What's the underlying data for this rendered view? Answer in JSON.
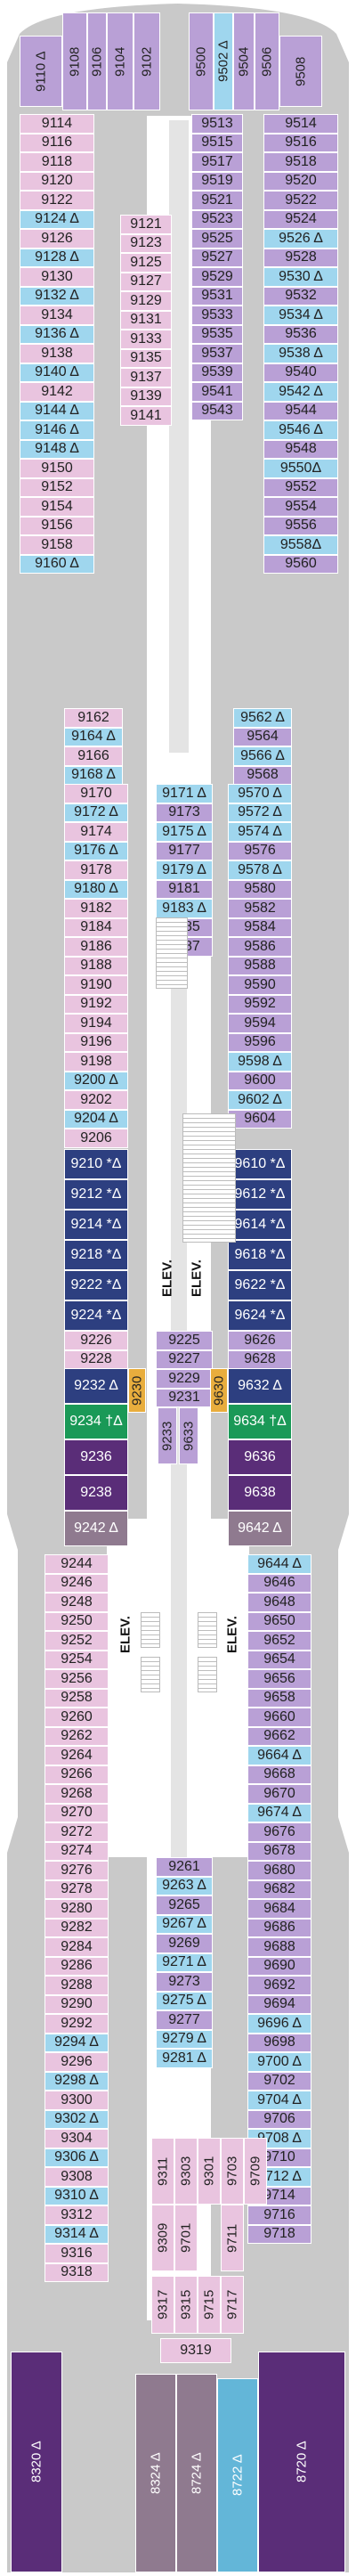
{
  "elevator_label": "ELEV.",
  "colors": {
    "pink": "#e9c4df",
    "lavender": "#b9a0d6",
    "cyan": "#9fd6ee",
    "teal": "#63b6d8",
    "navy": "#2d3f80",
    "purple": "#5a2d78",
    "mauve": "#8f7a8f",
    "green": "#1a9957",
    "orange": "#e8ad3d",
    "hull": "#c9c9c9"
  },
  "cabins": {
    "bow": [
      "9110 Δ",
      "9108",
      "9106",
      "9104",
      "9102",
      "9500",
      "9502 Δ",
      "9504",
      "9506",
      "9508"
    ],
    "fwd_left": [
      "9114",
      "9116",
      "9118",
      "9120",
      "9122",
      "9124 Δ",
      "9126",
      "9128 Δ",
      "9130",
      "9132 Δ",
      "9134",
      "9136 Δ",
      "9138",
      "9140 Δ",
      "9142",
      "9144 Δ",
      "9146 Δ",
      "9148 Δ",
      "9150",
      "9152",
      "9154",
      "9156",
      "9158",
      "9160 Δ"
    ],
    "fwd_right": [
      "9514",
      "9516",
      "9518",
      "9520",
      "9522",
      "9524",
      "9526 Δ",
      "9528",
      "9530 Δ",
      "9532",
      "9534 Δ",
      "9536",
      "9538 Δ",
      "9540",
      "9542 Δ",
      "9544",
      "9546 Δ",
      "9548",
      "9550Δ",
      "9552",
      "9554",
      "9556",
      "9558Δ",
      "9560"
    ],
    "fwd_in_left": [
      "9121",
      "9123",
      "9125",
      "9127",
      "9129",
      "9131",
      "9133",
      "9135",
      "9137",
      "9139",
      "9141"
    ],
    "fwd_in_right": [
      "9513",
      "9515",
      "9517",
      "9519",
      "9521",
      "9523",
      "9525",
      "9527",
      "9529",
      "9531",
      "9533",
      "9535",
      "9537",
      "9539",
      "9541",
      "9543"
    ],
    "mid_left_a": [
      "9162",
      "9164 Δ",
      "9166",
      "9168 Δ"
    ],
    "mid_right_a": [
      "9562 Δ",
      "9564",
      "9566 Δ",
      "9568"
    ],
    "mid_left": [
      "9170",
      "9172 Δ",
      "9174",
      "9176 Δ",
      "9178",
      "9180 Δ",
      "9182",
      "9184",
      "9186",
      "9188",
      "9190",
      "9192",
      "9194",
      "9196",
      "9198",
      "9200 Δ",
      "9202",
      "9204 Δ",
      "9206"
    ],
    "mid_right": [
      "9570 Δ",
      "9572 Δ",
      "9574 Δ",
      "9576",
      "9578 Δ",
      "9580",
      "9582",
      "9584",
      "9586",
      "9588",
      "9590",
      "9592",
      "9594",
      "9596",
      "9598 Δ",
      "9600",
      "9602 Δ",
      "9604"
    ],
    "mid_in_left": [
      "9171 Δ",
      "9173",
      "9175 Δ",
      "9177",
      "9179 Δ",
      "9181",
      "9183 Δ",
      "9185",
      "9187"
    ],
    "suites_left": [
      "9210 *Δ",
      "9212 *Δ",
      "9214 *Δ",
      "9218 *Δ",
      "9222 *Δ",
      "9224 *Δ"
    ],
    "suites_right": [
      "9610 *Δ",
      "9612 *Δ",
      "9614 *Δ",
      "9618 *Δ",
      "9622 *Δ",
      "9624 *Δ"
    ],
    "aft_mid_left": [
      "9226",
      "9228"
    ],
    "aft_mid_right": [
      "9626",
      "9628"
    ],
    "aft_mid_in": [
      "9225",
      "9227",
      "9229",
      "9231"
    ],
    "vert_small": [
      "9230",
      "9630",
      "9233",
      "9633"
    ],
    "big_left": [
      "9232 Δ",
      "9234 †Δ",
      "9236",
      "9238",
      "9242 Δ"
    ],
    "big_right": [
      "9632 Δ",
      "9634 †Δ",
      "9636",
      "9638",
      "9642 Δ"
    ],
    "aft_left": [
      "9244",
      "9246",
      "9248",
      "9250",
      "9252",
      "9254",
      "9256",
      "9258",
      "9260",
      "9262",
      "9264",
      "9266",
      "9268",
      "9270",
      "9272",
      "9274",
      "9276",
      "9278",
      "9280",
      "9282",
      "9284",
      "9286",
      "9288",
      "9290",
      "9292",
      "9294 Δ",
      "9296",
      "9298 Δ",
      "9300",
      "9302 Δ",
      "9304",
      "9306 Δ",
      "9308",
      "9310 Δ",
      "9312",
      "9314 Δ",
      "9316",
      "9318"
    ],
    "aft_right": [
      "9644 Δ",
      "9646",
      "9648",
      "9650",
      "9652",
      "9654",
      "9656",
      "9658",
      "9660",
      "9662",
      "9664 Δ",
      "9668",
      "9670",
      "9674 Δ",
      "9676",
      "9678",
      "9680",
      "9682",
      "9684",
      "9686",
      "9688",
      "9690",
      "9692",
      "9694",
      "9696 Δ",
      "9698",
      "9700 Δ",
      "9702",
      "9704 Δ",
      "9706",
      "9708 Δ",
      "9710",
      "9712 Δ",
      "9714",
      "9716",
      "9718"
    ],
    "aft_in": [
      "9261",
      "9263 Δ",
      "9265",
      "9267 Δ",
      "9269",
      "9271 Δ",
      "9273",
      "9275 Δ",
      "9277",
      "9279 Δ",
      "9281 Δ"
    ],
    "aft_block": [
      "9311",
      "9303",
      "9301",
      "9309",
      "9701",
      "9703",
      "9709",
      "9711",
      "9317",
      "9315",
      "9715",
      "9717",
      "9319"
    ],
    "stern": [
      "8320 Δ",
      "8324 Δ",
      "8724 Δ",
      "8722 Δ",
      "8720 Δ"
    ]
  }
}
